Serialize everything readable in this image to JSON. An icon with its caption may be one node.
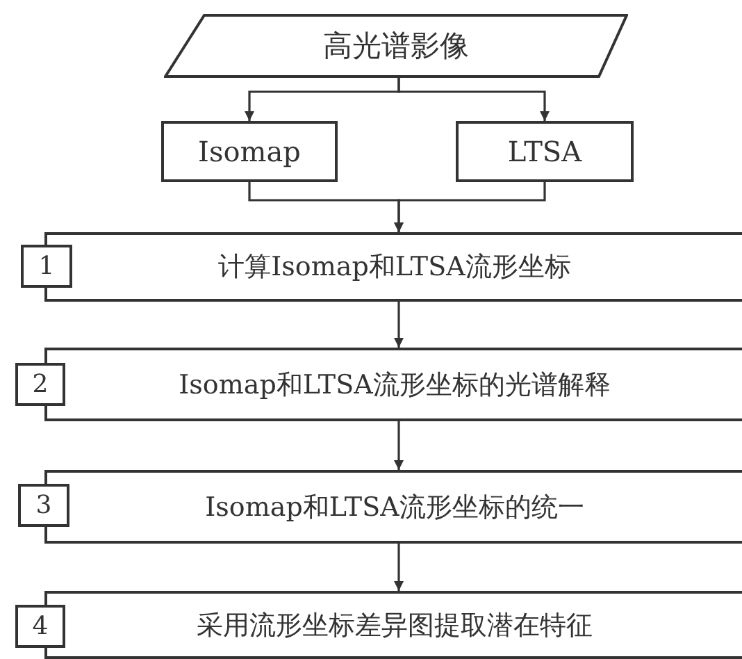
{
  "diagram": {
    "nodes": [
      {
        "text": [
          "高光谱影像"
        ]
      },
      {
        "text": [
          "Isomap"
        ]
      },
      {
        "text": [
          "LTSA"
        ]
      },
      {
        "text": [
          "1"
        ]
      },
      {
        "text": [
          "计算Isomap和LTSA流形坐标"
        ]
      },
      {
        "text": [
          "2"
        ]
      },
      {
        "text": [
          "Isomap和LTSA流形坐标的光谱解释"
        ]
      },
      {
        "text": [
          "3"
        ]
      },
      {
        "text": [
          "Isomap和LTSA流形坐标的统一"
        ]
      },
      {
        "text": [
          "4"
        ]
      },
      {
        "text": [
          "采用流形坐标差异图提取潜在特征"
        ]
      }
    ],
    "edges": [
      {
        "from": 0,
        "to": 1,
        "arrow": "to"
      },
      {
        "from": 0,
        "to": 2,
        "arrow": "to"
      },
      {
        "from": 1,
        "to": 4,
        "arrow": "to"
      },
      {
        "from": 2,
        "to": 4,
        "arrow": "to"
      },
      {
        "from": 4,
        "to": 6,
        "arrow": "to"
      },
      {
        "from": 6,
        "to": 8,
        "arrow": "to"
      },
      {
        "from": 8,
        "to": 10,
        "arrow": "to"
      }
    ]
  }
}
